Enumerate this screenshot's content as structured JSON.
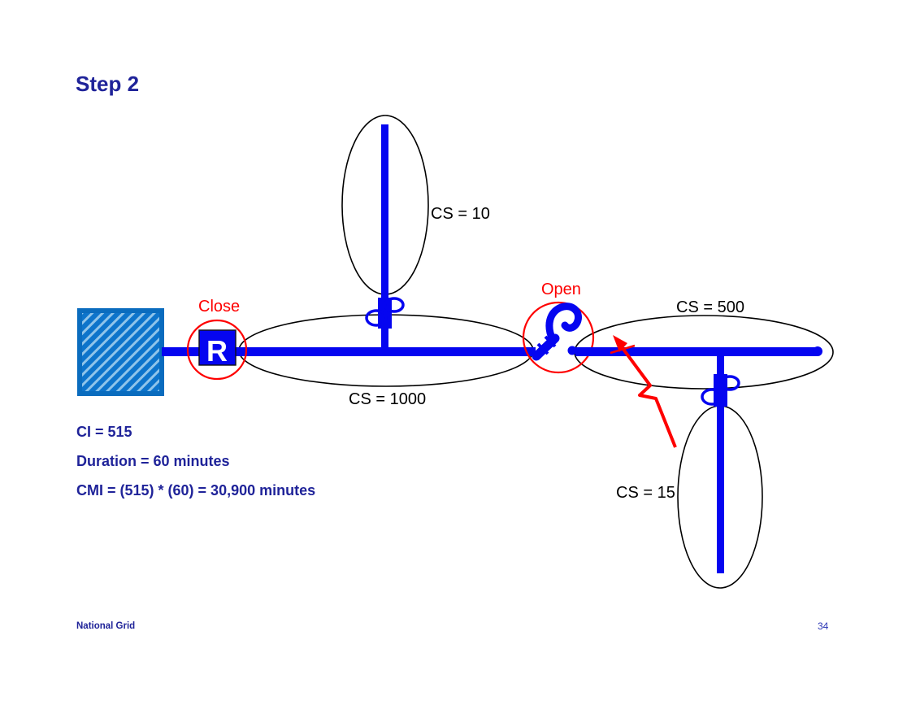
{
  "slide": {
    "title": "Step 2",
    "footer_left": "National Grid",
    "page_number": "34"
  },
  "diagram": {
    "recloser": {
      "symbol_label": "R",
      "action_label": "Close"
    },
    "open_switch": {
      "action_label": "Open"
    },
    "customer_sections": {
      "top_branch": "CS = 10",
      "main_feeder": "CS = 1000",
      "right_feeder": "CS = 500",
      "bottom_branch": "CS = 15"
    },
    "icons": [
      "substation-source-icon",
      "recloser-icon",
      "open-switch-icon",
      "fuse-cutout-icon",
      "fault-lightning-icon"
    ]
  },
  "calculations": {
    "ci": "CI = 515",
    "duration": "Duration = 60 minutes",
    "cmi": "CMI = (515) * (60) = 30,900 minutes"
  },
  "colors": {
    "feeder_blue": "#0505f0",
    "navy_text": "#1f2399",
    "alert_red": "#fe0000",
    "outline_black": "#000000",
    "substation_fill": "#0d74cb",
    "substation_hatch": "#8fc4ea",
    "page_number_blue": "#2a35b5"
  }
}
